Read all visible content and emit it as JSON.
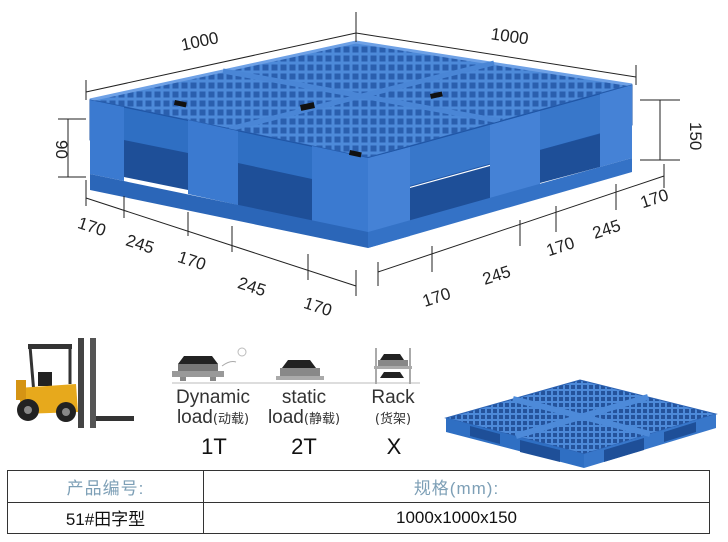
{
  "dimensions": {
    "top_left": "1000",
    "top_right": "1000",
    "left_height": "90",
    "right_height": "150",
    "front_left_segments": [
      "170",
      "245",
      "170",
      "245",
      "170"
    ],
    "front_right_segments": [
      "170",
      "245",
      "170",
      "245",
      "170"
    ]
  },
  "loads": [
    {
      "line1": "Dynamic",
      "line2": "load",
      "sub": "(动载)",
      "value": "1T"
    },
    {
      "line1": "static",
      "line2": "load",
      "sub": "(静载)",
      "value": "2T"
    },
    {
      "line1": "Rack",
      "line2": "",
      "sub": "(货架)",
      "value": "X"
    }
  ],
  "spec_table": {
    "headers": [
      "产品编号:",
      "规格(mm):"
    ],
    "row": [
      "51#田字型",
      "1000x1000x150"
    ]
  },
  "colors": {
    "pallet_top": "#4a86d6",
    "pallet_side": "#2f6fc3",
    "pallet_dark": "#1e4f98",
    "forklift_body": "#e7a91c",
    "table_header_text": "#7d9fb6"
  },
  "icons": [
    "forklift-icon",
    "pallet-photo",
    "dynamic-load-icon",
    "static-load-icon",
    "rack-load-icon"
  ]
}
